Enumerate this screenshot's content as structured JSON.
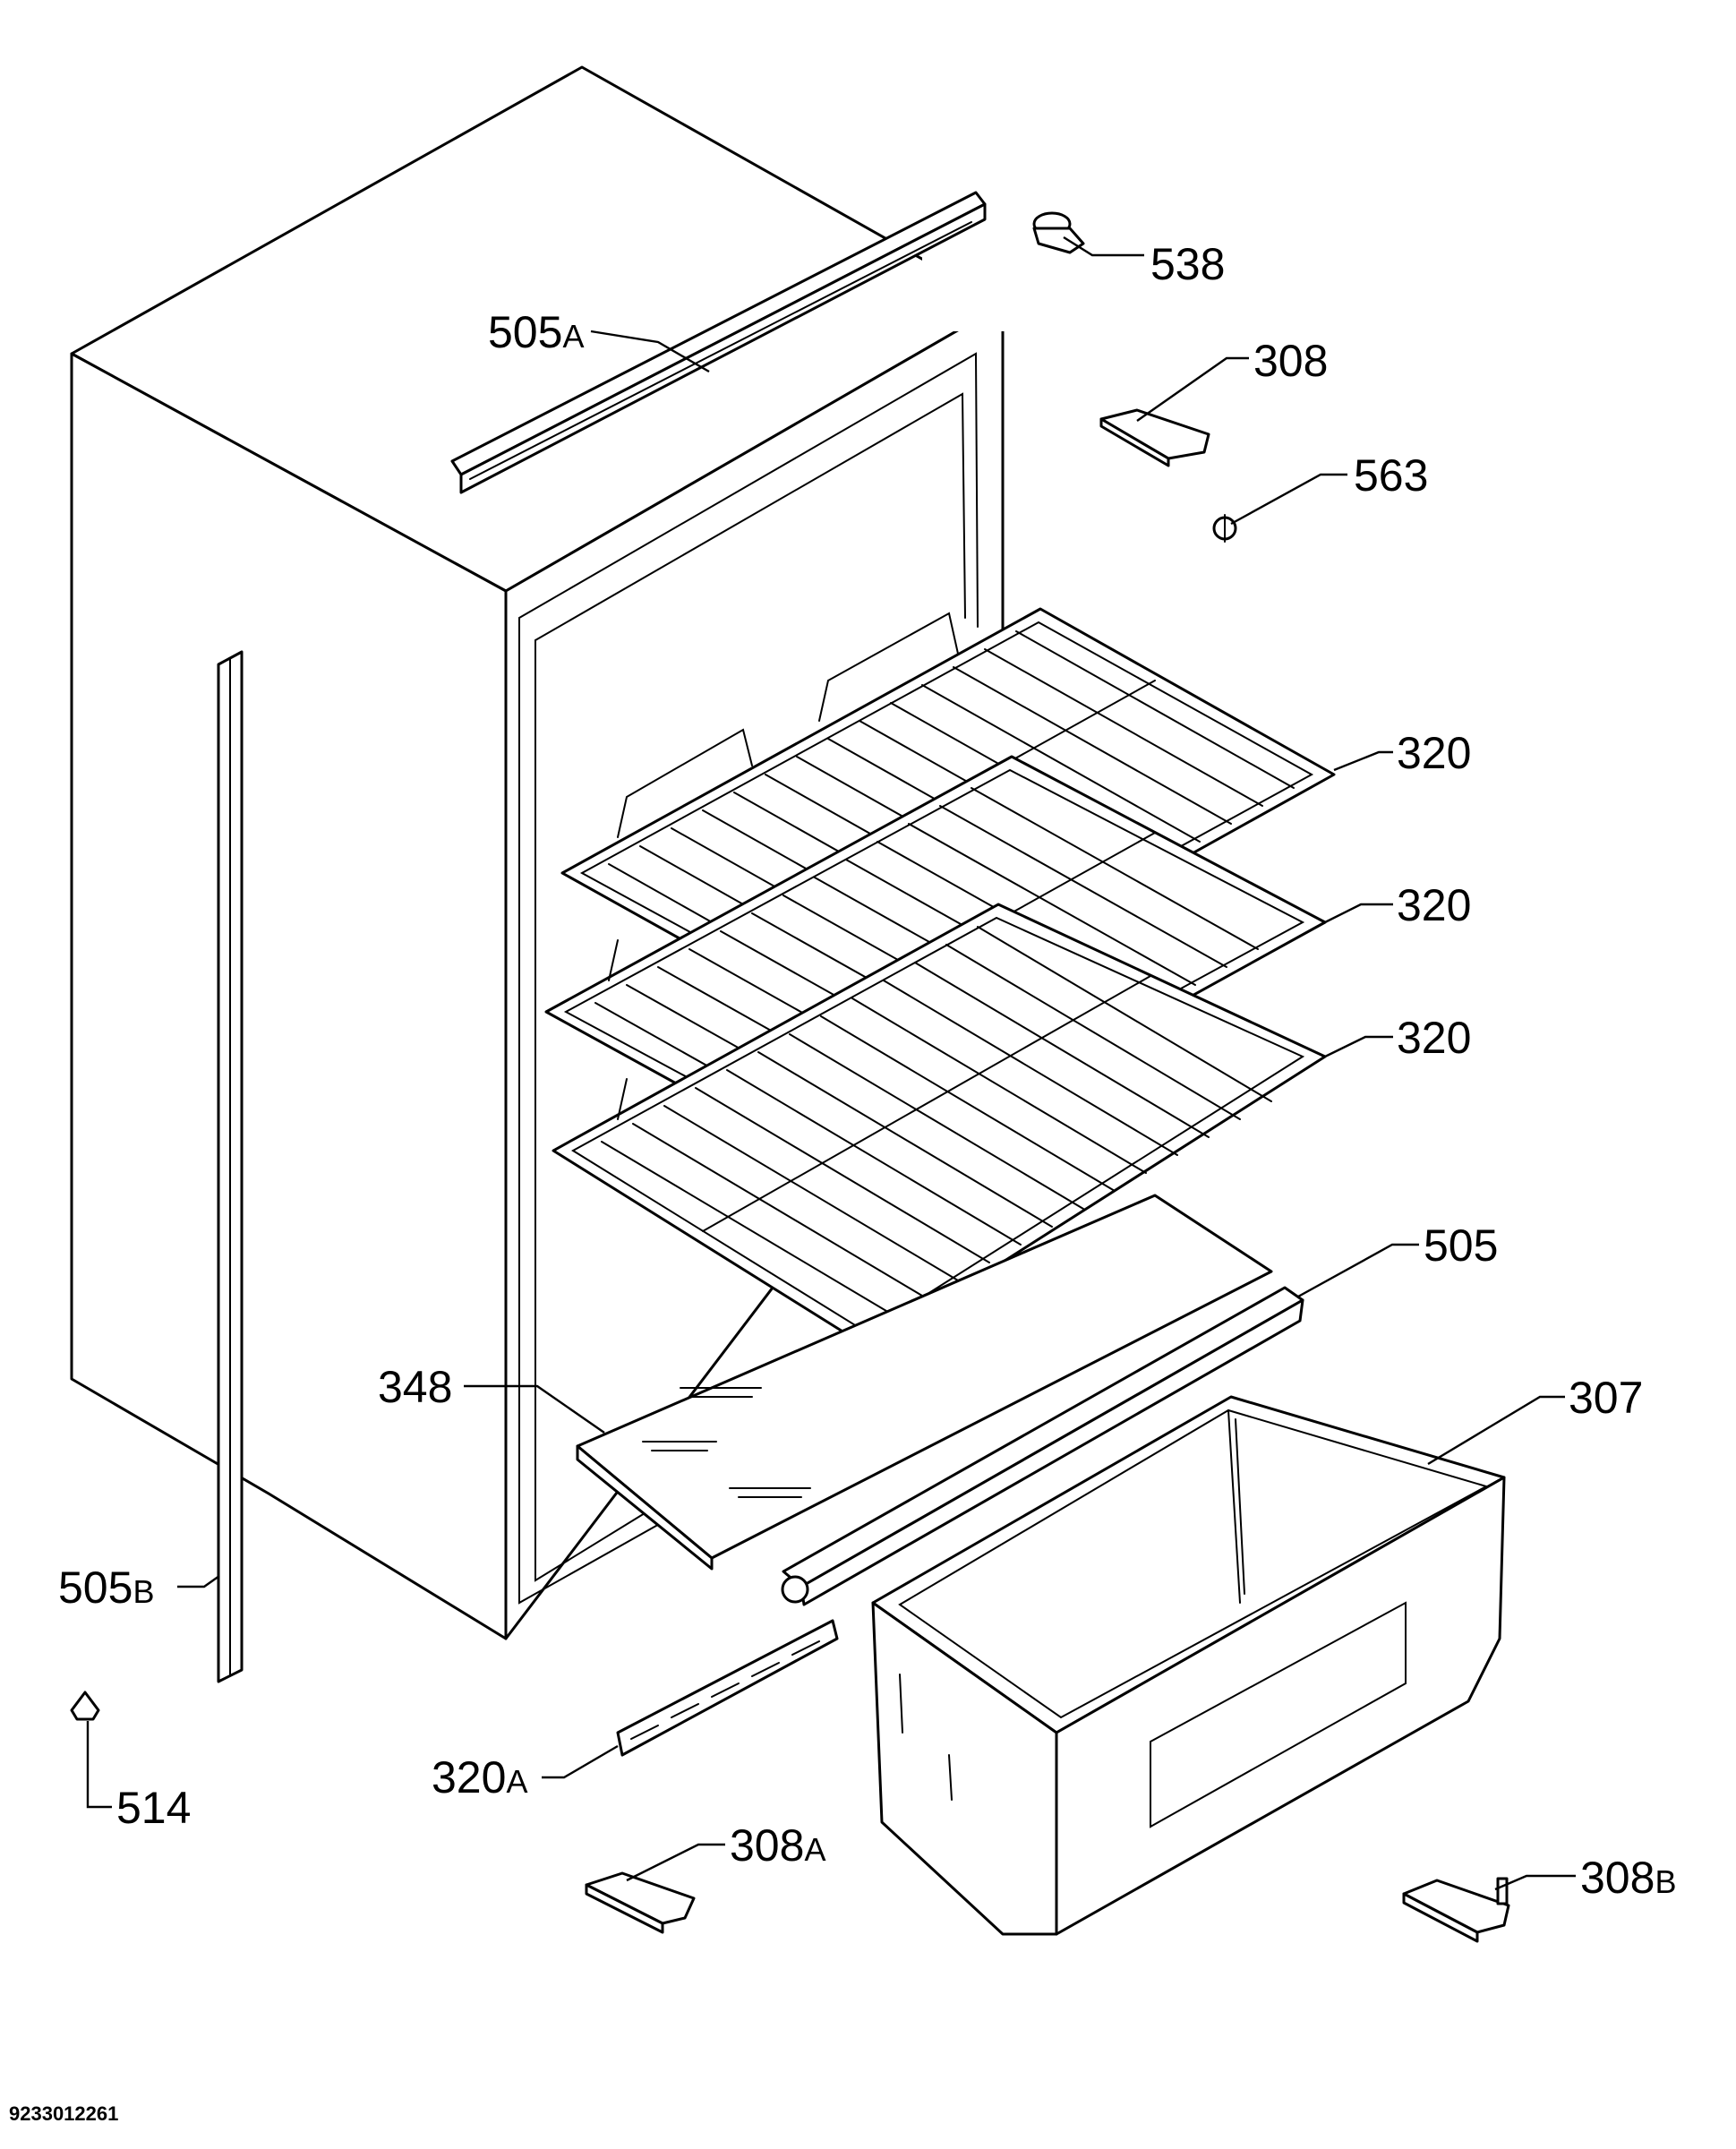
{
  "callouts": {
    "c538": {
      "num": "538",
      "sfx": ""
    },
    "c308": {
      "num": "308",
      "sfx": ""
    },
    "c505A": {
      "num": "505",
      "sfx": "A"
    },
    "c563": {
      "num": "563",
      "sfx": ""
    },
    "c320a": {
      "num": "320",
      "sfx": ""
    },
    "c320b": {
      "num": "320",
      "sfx": ""
    },
    "c320c": {
      "num": "320",
      "sfx": ""
    },
    "c505": {
      "num": "505",
      "sfx": ""
    },
    "c348": {
      "num": "348",
      "sfx": ""
    },
    "c307": {
      "num": "307",
      "sfx": ""
    },
    "c505B": {
      "num": "505",
      "sfx": "B"
    },
    "c514": {
      "num": "514",
      "sfx": ""
    },
    "c320A": {
      "num": "320",
      "sfx": "A"
    },
    "c308A": {
      "num": "308",
      "sfx": "A"
    },
    "c308B": {
      "num": "308",
      "sfx": "B"
    }
  },
  "document_number": "9233012261"
}
